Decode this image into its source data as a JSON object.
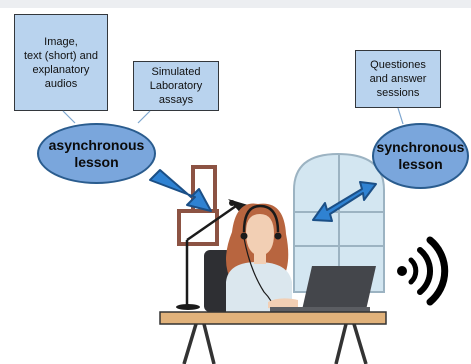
{
  "notes": {
    "media": "Image,\ntext (short) and\nexplanatory\naudios",
    "lab": "Simulated\nLaboratory\nassays",
    "qa": "Questiones\nand answer\nsessions"
  },
  "ovals": {
    "async": "asynchronous\nlesson",
    "sync": "synchronous\nlesson"
  },
  "colors": {
    "box_fill": "#b9d3ee",
    "oval_fill": "#7aa6dc",
    "arrow_blue": "#2f82d2",
    "desk": "#e1b27b",
    "hair": "#b8653f"
  }
}
